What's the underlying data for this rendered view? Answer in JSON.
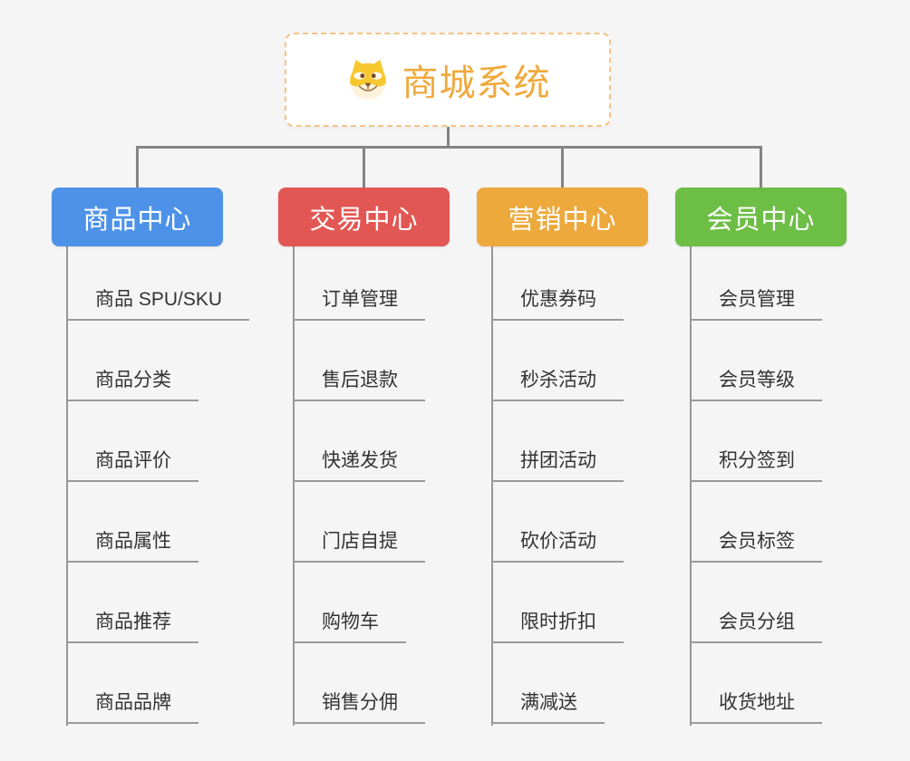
{
  "root": {
    "title": "商城系统",
    "accent_color": "#f0a93c",
    "border_color": "#f5c388",
    "icon": "shiba-dog-icon"
  },
  "connector_color": "#848484",
  "underline_color": "#9a9a9a",
  "branches": [
    {
      "label": "商品中心",
      "color": "#4d92e8",
      "items": [
        "商品 SPU/SKU",
        "商品分类",
        "商品评价",
        "商品属性",
        "商品推荐",
        "商品品牌"
      ]
    },
    {
      "label": "交易中心",
      "color": "#e25754",
      "items": [
        "订单管理",
        "售后退款",
        "快递发货",
        "门店自提",
        "购物车",
        "销售分佣"
      ]
    },
    {
      "label": "营销中心",
      "color": "#eda93c",
      "items": [
        "优惠券码",
        "秒杀活动",
        "拼团活动",
        "砍价活动",
        "限时折扣",
        "满减送"
      ]
    },
    {
      "label": "会员中心",
      "color": "#6dbe45",
      "items": [
        "会员管理",
        "会员等级",
        "积分签到",
        "会员标签",
        "会员分组",
        "收货地址"
      ]
    }
  ]
}
